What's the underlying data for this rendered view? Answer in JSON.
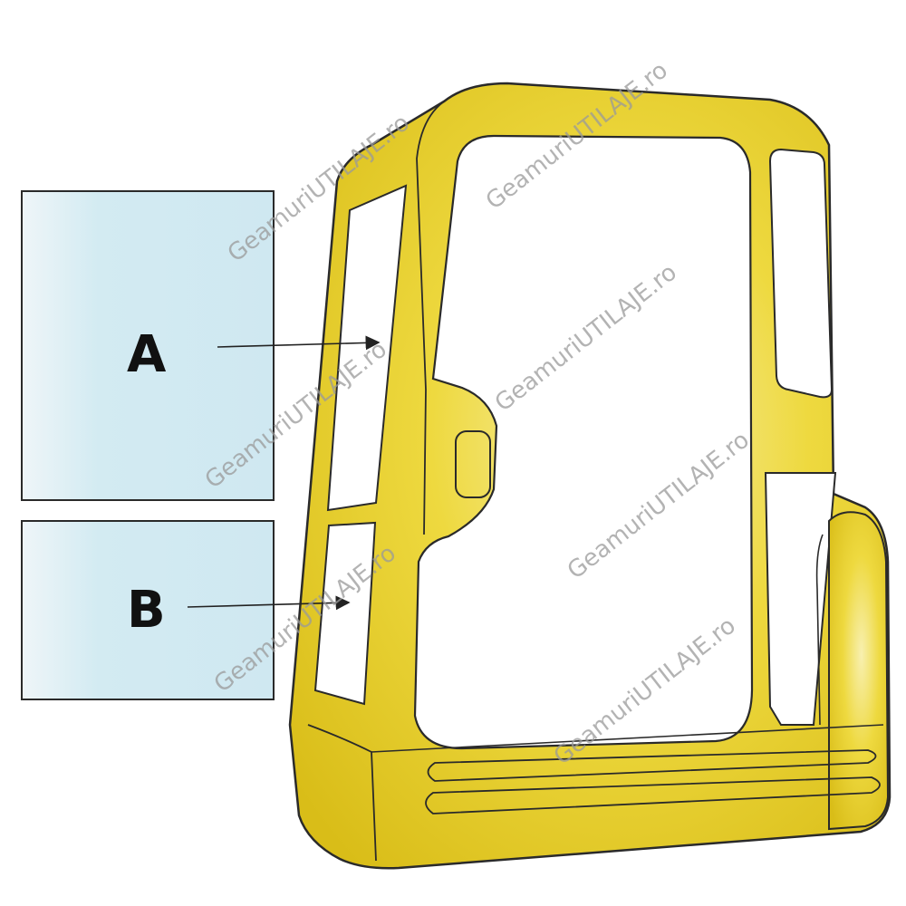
{
  "labels": {
    "a": "A",
    "b": "B"
  },
  "watermark": {
    "text": "GeamuriUTILAJE.ro"
  },
  "colors": {
    "cab_body": "#e8d12e",
    "cab_highlight": "#f6eda0",
    "outline": "#2a2a2a",
    "glass": "#d3ebf2"
  }
}
